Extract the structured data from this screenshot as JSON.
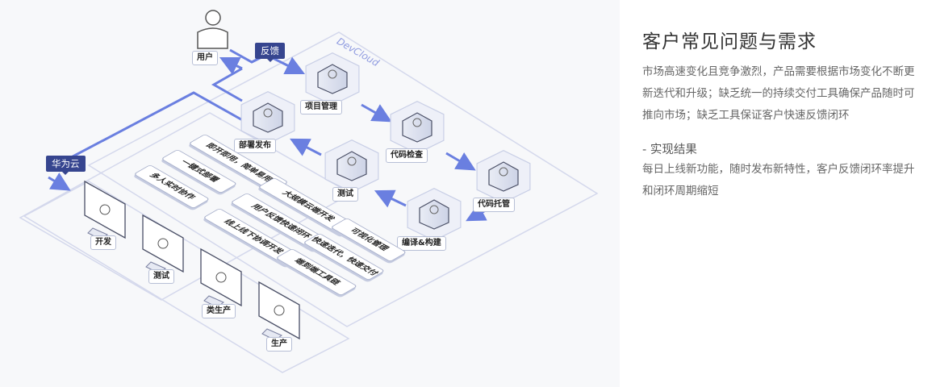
{
  "diagram": {
    "platform_label": "DevCloud",
    "user_label": "用户",
    "feedback_tag": "反馈",
    "cloud_tag": "华为云",
    "pipeline_nodes": [
      {
        "id": "project",
        "label": "项目管理",
        "icon": "list-icon"
      },
      {
        "id": "code-check",
        "label": "代码检查",
        "icon": "target-icon"
      },
      {
        "id": "code-host",
        "label": "代码托管",
        "icon": "shield-icon"
      },
      {
        "id": "build",
        "label": "编译&构建",
        "icon": "square-icon"
      },
      {
        "id": "test",
        "label": "测试",
        "icon": "bars-icon"
      },
      {
        "id": "deploy",
        "label": "部署发布",
        "icon": "cube-icon"
      }
    ],
    "features": [
      "即开即用，简单易用",
      "一键式部署",
      "多人实时协作",
      "大规模云端开发",
      "用户反馈快速闭环",
      "线上线下协调开发",
      "可视化管理",
      "快速迭代，快速交付",
      "端到端工具链"
    ],
    "environments": [
      {
        "label": "开发",
        "icon": "code-icon"
      },
      {
        "label": "测试",
        "icon": "check-icon"
      },
      {
        "label": "类生产",
        "icon": "gear-icon"
      },
      {
        "label": "生产",
        "icon": "refresh-icon"
      }
    ],
    "colors": {
      "accent": "#6a7fe0",
      "tag_bg": "#36458f",
      "outline": "#c9cfe6"
    }
  },
  "panel": {
    "title": "客户常见问题与需求",
    "problem_text": "市场高速变化且竞争激烈，产品需要根据市场变化不断更新迭代和升级；缺乏统一的持续交付工具确保产品随时可推向市场；缺乏工具保证客户快速反馈闭环",
    "result_heading": "-  实现结果",
    "result_text": "每日上线新功能，随时发布新特性，客户反馈闭环率提升和闭环周期缩短"
  }
}
